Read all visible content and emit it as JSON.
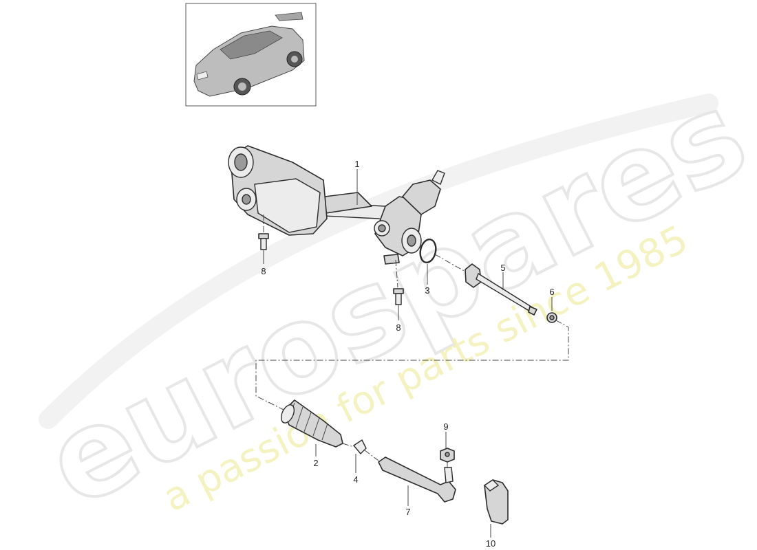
{
  "watermark": {
    "brand": "eurospares",
    "tagline": "a passion for parts since 1985"
  },
  "thumbnail": {
    "icon": "car-thumbnail-icon"
  },
  "callouts": [
    {
      "id": "1",
      "label": "1"
    },
    {
      "id": "2",
      "label": "2"
    },
    {
      "id": "3",
      "label": "3"
    },
    {
      "id": "4",
      "label": "4"
    },
    {
      "id": "5",
      "label": "5"
    },
    {
      "id": "6",
      "label": "6"
    },
    {
      "id": "7",
      "label": "7"
    },
    {
      "id": "8a",
      "label": "8"
    },
    {
      "id": "8b",
      "label": "8"
    },
    {
      "id": "9",
      "label": "9"
    },
    {
      "id": "10",
      "label": "10"
    }
  ]
}
